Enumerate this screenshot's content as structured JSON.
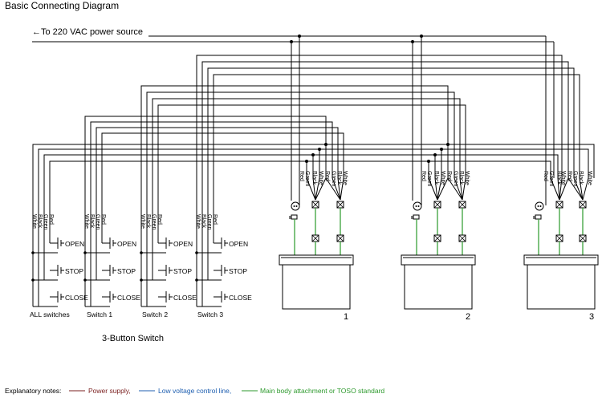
{
  "title": "Basic Connecting Diagram",
  "power_source_label": "←To 220 VAC power source",
  "switch_caption": "3-Button Switch",
  "wire_colors": [
    "Red",
    "Green",
    "Black",
    "White"
  ],
  "switch_buttons": [
    "OPEN",
    "STOP",
    "CLOSE"
  ],
  "switches": [
    {
      "label": "ALL switches"
    },
    {
      "label": "Switch 1"
    },
    {
      "label": "Switch 2"
    },
    {
      "label": "Switch 3"
    }
  ],
  "units": [
    {
      "number": "1"
    },
    {
      "number": "2"
    },
    {
      "number": "3"
    }
  ],
  "legend": {
    "prefix": "Explanatory notes:",
    "items": [
      {
        "label": "Power supply,",
        "color": "#7a1f1f"
      },
      {
        "label": "Low voltage control line,",
        "color": "#1f5fb0"
      },
      {
        "label": "Main body attachment or TOSO standard",
        "color": "#2e9a2e"
      }
    ]
  },
  "colors": {
    "wire": "#000000",
    "body_attachment": "#3aa03a"
  }
}
